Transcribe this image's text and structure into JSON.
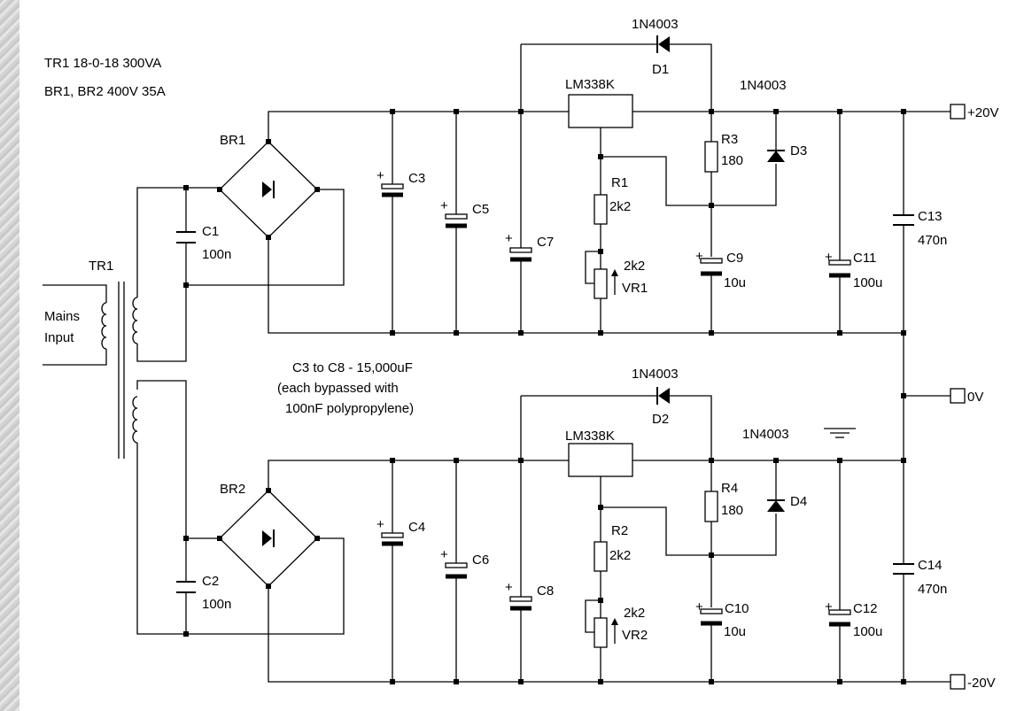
{
  "notes": {
    "transformer": "TR1  18-0-18 300VA",
    "bridges": "BR1, BR2  400V 35A",
    "caps_line1": "C3 to C8 - 15,000uF",
    "caps_line2": "(each bypassed with",
    "caps_line3": "100nF polypropylene)"
  },
  "transformer": {
    "ref": "TR1",
    "input_line1": "Mains",
    "input_line2": "Input"
  },
  "bridges": {
    "br1": "BR1",
    "br2": "BR2"
  },
  "regulators": {
    "upper": "LM338K",
    "lower": "LM338K"
  },
  "diodes": {
    "d1": {
      "ref": "D1",
      "part": "1N4003"
    },
    "d2": {
      "ref": "D2",
      "part": "1N4003"
    },
    "d3": {
      "ref": "D3",
      "part": "1N4003"
    },
    "d4": {
      "ref": "D4",
      "part": "1N4003"
    }
  },
  "resistors": {
    "r1": {
      "ref": "R1",
      "value": "2k2"
    },
    "r2": {
      "ref": "R2",
      "value": "2k2"
    },
    "r3": {
      "ref": "R3",
      "value": "180"
    },
    "r4": {
      "ref": "R4",
      "value": "180"
    },
    "vr1": {
      "ref": "VR1",
      "value": "2k2"
    },
    "vr2": {
      "ref": "VR2",
      "value": "2k2"
    }
  },
  "capacitors": {
    "c1": {
      "ref": "C1",
      "value": "100n"
    },
    "c2": {
      "ref": "C2",
      "value": "100n"
    },
    "c3": {
      "ref": "C3"
    },
    "c4": {
      "ref": "C4"
    },
    "c5": {
      "ref": "C5"
    },
    "c6": {
      "ref": "C6"
    },
    "c7": {
      "ref": "C7"
    },
    "c8": {
      "ref": "C8"
    },
    "c9": {
      "ref": "C9",
      "value": "10u"
    },
    "c10": {
      "ref": "C10",
      "value": "10u"
    },
    "c11": {
      "ref": "C11",
      "value": "100u"
    },
    "c12": {
      "ref": "C12",
      "value": "100u"
    },
    "c13": {
      "ref": "C13",
      "value": "470n"
    },
    "c14": {
      "ref": "C14",
      "value": "470n"
    }
  },
  "outputs": {
    "pos": "+20V",
    "zero": "0V",
    "neg": "-20V"
  },
  "plus_sign": "+"
}
